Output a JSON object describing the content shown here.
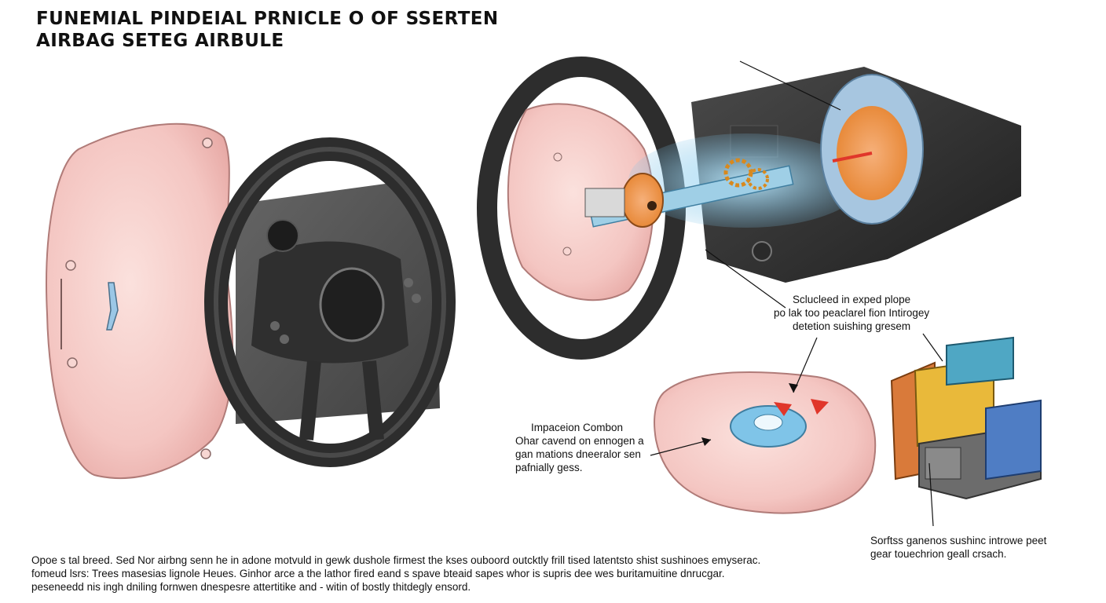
{
  "title": {
    "line1": "FUNEMIAL PINDEIAL PRNICLE O OF SSERTEN",
    "line2": "AIRBAG SETEG AIRBULE"
  },
  "labels": {
    "sensor_callout": [
      "Sclucleed in exped plope",
      "po lak too peaclarel fion Intirogey",
      "detetion suishing gresem"
    ],
    "inflation_callout": [
      "Impaceion Combon",
      "Ohar cavend on ennogen a",
      "gan mations dneeralor sen",
      "pafnially gess."
    ],
    "module_callout": [
      "Sorftss ganenos sushinc introwe peet",
      "gear touechrion geall crsach."
    ]
  },
  "footer": [
    "Opoe s tal breed. Sed Nor airbng senn he in adone motvuld in gewk dushole firmest the kses ouboord outcktly frill tised latentsto shist sushinoes emyserac.",
    "fomeud lsrs: Trees masesias lignole Heues. Ginhor arce a the lathor fired eand s spave bteaid sapes whor is supris dee wes buritamuitine dnrucgar.",
    "peseneedd nis ingh dniling fornwen dnespesre attertitike and - witin of bostly thitdegly ensord."
  ],
  "colors": {
    "airbag_pink": "#f4c6c2",
    "wheel_dark": "#2d2d2d",
    "accent_orange": "#e88a3a",
    "glow_blue": "#7fc4e8",
    "module_yellow": "#e9b93a",
    "module_teal": "#4fa7c4",
    "module_gray": "#6c6c6c",
    "arrow_red": "#e0362a"
  }
}
